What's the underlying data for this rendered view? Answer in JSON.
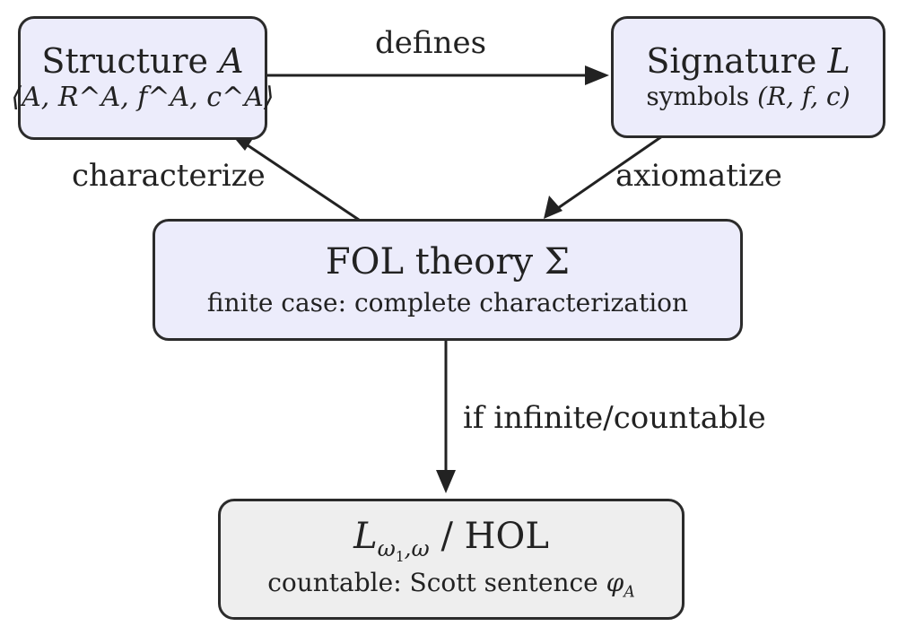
{
  "nodes": {
    "structure": {
      "title_text": "Structure ",
      "title_var": "A",
      "tuple": "⟨A, R^A, f^A, c^A⟩"
    },
    "signature": {
      "title_text": "Signature ",
      "title_var": "L",
      "symbols_text": "symbols ",
      "symbols": "(R, f, c)"
    },
    "fol": {
      "title": "FOL theory Σ",
      "sub": "finite case: complete characterization"
    },
    "hol": {
      "title_base": "L",
      "title_sub": "ω",
      "title_subsub": "1",
      "title_sub_rest": ",ω",
      "title_rest": " / HOL",
      "sub_text": "countable: Scott sentence ",
      "sub_sym": "φ",
      "sub_sym_idx": "A"
    }
  },
  "edges": {
    "defines": "defines",
    "characterize": "characterize",
    "axiomatize": "axiomatize",
    "if_infinite": "if infinite/countable"
  }
}
